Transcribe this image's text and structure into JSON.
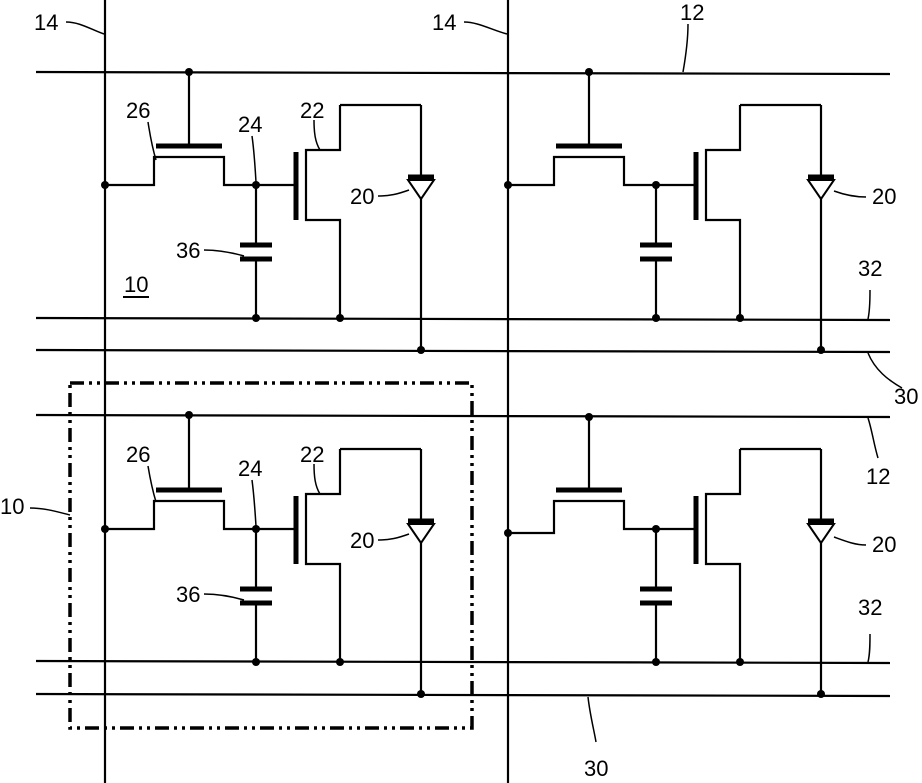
{
  "figure": {
    "labels": {
      "data_line_left": "14",
      "data_line_right": "14",
      "select_line_top": "12",
      "select_line_bottom": "12",
      "power_line_top": "32",
      "power_line_bottom": "32",
      "ground_line_top": "30",
      "ground_line_bottom": "30",
      "pixel_ref": "10",
      "pixel_boundary_ref": "10",
      "led": "20",
      "drive_transistor": "22",
      "node": "24",
      "switch_transistor": "26",
      "capacitor": "36"
    }
  }
}
